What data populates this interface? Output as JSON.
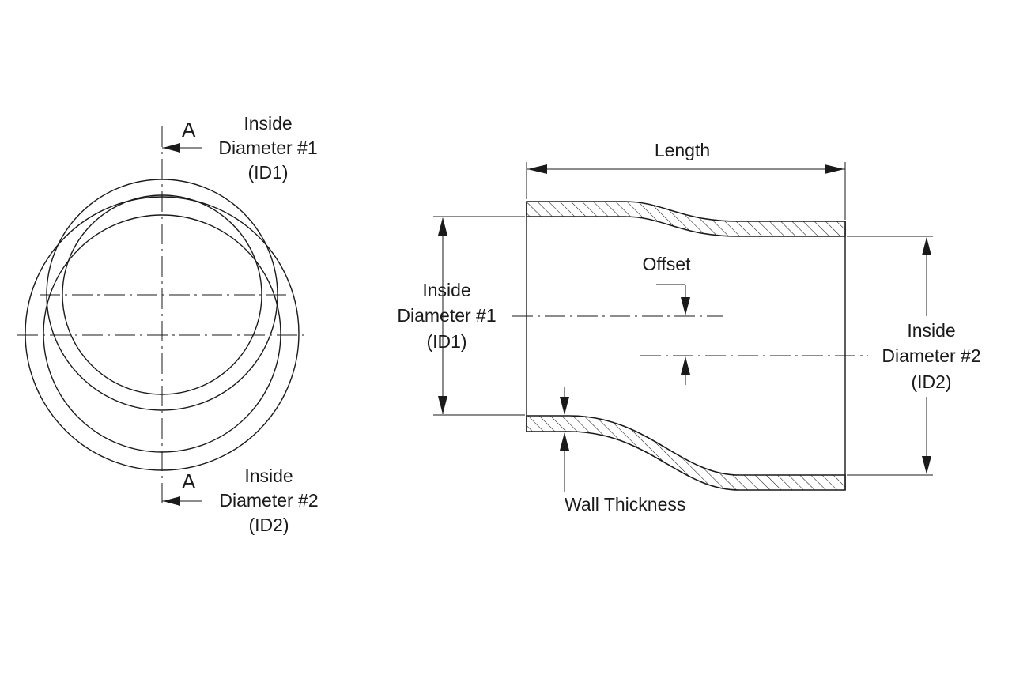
{
  "end_view": {
    "section_marker_top": "A",
    "section_marker_bottom": "A",
    "label_id1": [
      "Inside",
      "Diameter #1",
      "(ID1)"
    ],
    "label_id2": [
      "Inside",
      "Diameter #2",
      "(ID2)"
    ]
  },
  "section_view": {
    "length_label": "Length",
    "offset_label": "Offset",
    "id1_label": [
      "Inside",
      "Diameter #1",
      "(ID1)"
    ],
    "id2_label": [
      "Inside",
      "Diameter #2",
      "(ID2)"
    ],
    "wall_thickness_label": "Wall Thickness"
  }
}
